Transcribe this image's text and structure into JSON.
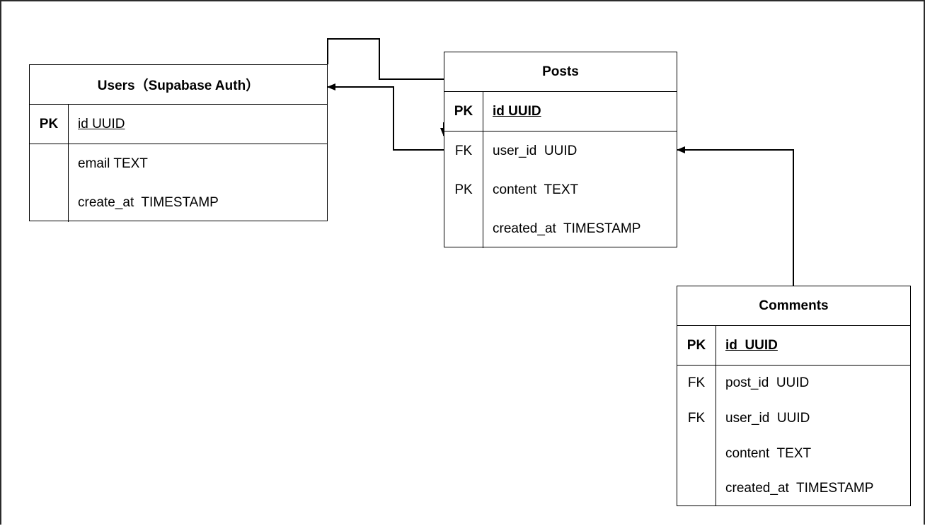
{
  "entities": {
    "users": {
      "title": "Users（Supabase Auth）",
      "pk": {
        "key": "PK",
        "field": "id UUID"
      },
      "rows": [
        {
          "key": "",
          "field": "email TEXT"
        },
        {
          "key": "",
          "field": "create_at  TIMESTAMP"
        }
      ]
    },
    "posts": {
      "title": "Posts",
      "pk": {
        "key": "PK",
        "field": "id UUID"
      },
      "rows": [
        {
          "key": "FK",
          "field": "user_id  UUID"
        },
        {
          "key": "PK",
          "field": "content  TEXT"
        },
        {
          "key": "",
          "field": "created_at  TIMESTAMP"
        }
      ]
    },
    "comments": {
      "title": "Comments",
      "pk": {
        "key": "PK",
        "field": "id  UUID"
      },
      "rows": [
        {
          "key": "FK",
          "field": "post_id  UUID"
        },
        {
          "key": "FK",
          "field": "user_id  UUID"
        },
        {
          "key": "",
          "field": "content  TEXT"
        },
        {
          "key": "",
          "field": "created_at  TIMESTAMP"
        }
      ]
    }
  },
  "relations": [
    {
      "from": "posts.user_id",
      "to": "users.id"
    },
    {
      "from": "comments.post_id",
      "to": "posts.user_id"
    }
  ],
  "colors": {
    "line": "#000000",
    "frame": "#2b2b2b",
    "background": "#ffffff"
  }
}
